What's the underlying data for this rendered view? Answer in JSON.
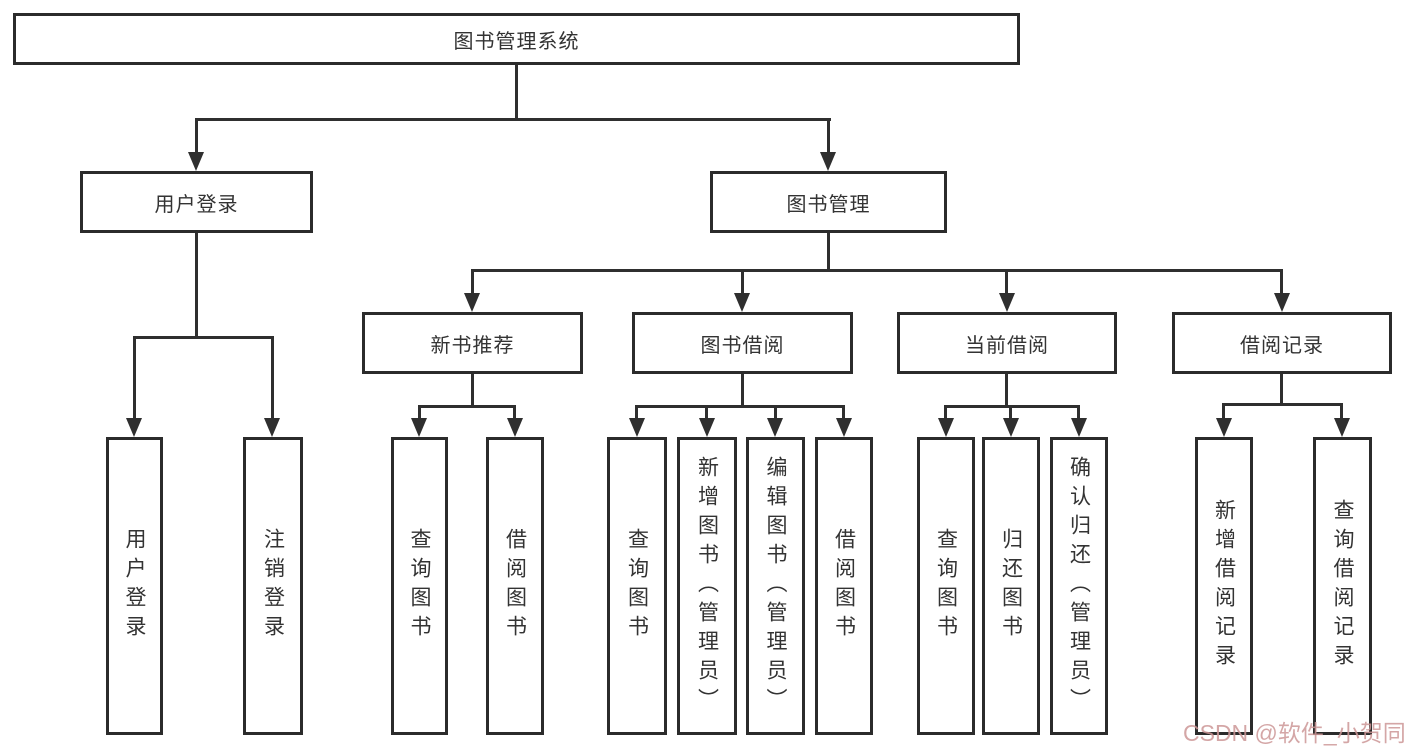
{
  "diagram": {
    "type": "tree",
    "root": {
      "label": "图书管理系统",
      "children": [
        {
          "label": "用户登录",
          "children": [
            {
              "label": "用户登录"
            },
            {
              "label": "注销登录"
            }
          ]
        },
        {
          "label": "图书管理",
          "children": [
            {
              "label": "新书推荐",
              "children": [
                {
                  "label": "查询图书"
                },
                {
                  "label": "借阅图书"
                }
              ]
            },
            {
              "label": "图书借阅",
              "children": [
                {
                  "label": "查询图书"
                },
                {
                  "label": "新增图书（管理员）"
                },
                {
                  "label": "编辑图书（管理员）"
                },
                {
                  "label": "借阅图书"
                }
              ]
            },
            {
              "label": "当前借阅",
              "children": [
                {
                  "label": "查询图书"
                },
                {
                  "label": "归还图书"
                },
                {
                  "label": "确认归还（管理员）"
                }
              ]
            },
            {
              "label": "借阅记录",
              "children": [
                {
                  "label": "新增借阅记录"
                },
                {
                  "label": "查询借阅记录"
                }
              ]
            }
          ]
        }
      ]
    }
  },
  "watermark": {
    "text": "CSDN @软件_小贺同学"
  },
  "colors": {
    "background": "#ffffff",
    "line": "#2f2f2f",
    "box_border": "#2b2b2b",
    "text": "#333333",
    "watermark": "#cd9696"
  }
}
